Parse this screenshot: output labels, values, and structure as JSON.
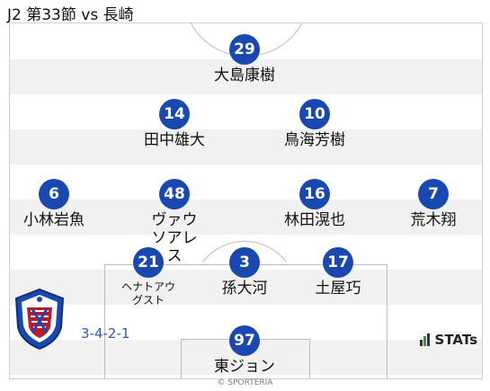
{
  "title": "J2 第33節 vs 長崎",
  "formation": "3-4-2-1",
  "stats_label": "STATs",
  "copyright": "© SPORTERIA",
  "crest_icon": "ventforet-kofu-crest-icon",
  "colors": {
    "player_circle": "#1848b0",
    "formation_text": "#2f59b0"
  },
  "players": {
    "p29": {
      "number": "29",
      "name": "大島康樹"
    },
    "p14": {
      "number": "14",
      "name": "田中雄大"
    },
    "p10": {
      "number": "10",
      "name": "鳥海芳樹"
    },
    "p6": {
      "number": "6",
      "name": "小林岩魚"
    },
    "p48": {
      "number": "48",
      "name": "ヴァウソアレス"
    },
    "p16": {
      "number": "16",
      "name": "林田滉也"
    },
    "p7": {
      "number": "7",
      "name": "荒木翔"
    },
    "p21": {
      "number": "21",
      "name": "ヘナトアウグスト"
    },
    "p3": {
      "number": "3",
      "name": "孫大河"
    },
    "p17": {
      "number": "17",
      "name": "土屋巧"
    },
    "p97": {
      "number": "97",
      "name": "東ジョン"
    }
  }
}
